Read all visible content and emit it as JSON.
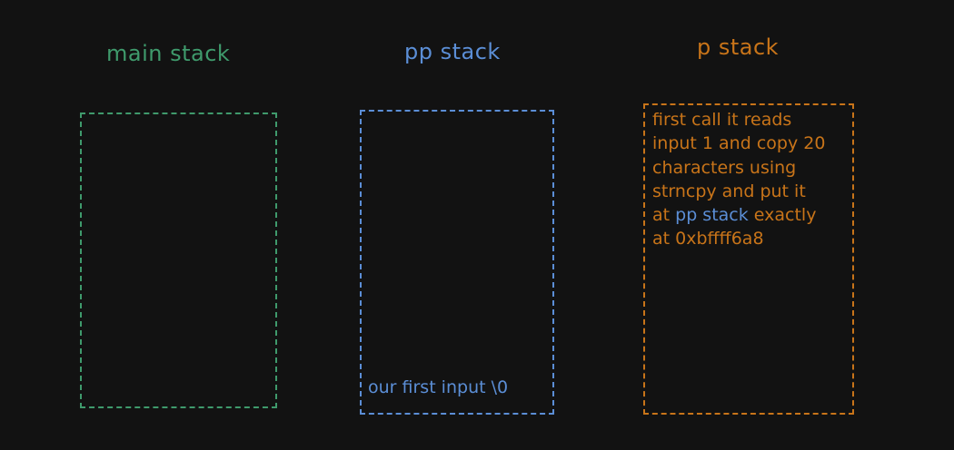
{
  "colors": {
    "background": "#121212",
    "main": "#3f9a6c",
    "pp": "#5b8ed6",
    "p": "#c87419"
  },
  "main_stack": {
    "title": "main stack"
  },
  "pp_stack": {
    "title": "pp stack",
    "note": "our first input \\0"
  },
  "p_stack": {
    "title": "p stack",
    "note_lines": [
      "first call it reads",
      "input 1 and copy 20",
      "characters using",
      "strncpy and put it",
      "at ",
      "at 0xbffff6a8"
    ],
    "note_highlight": "pp stack",
    "note_line5_tail": " exactly"
  }
}
